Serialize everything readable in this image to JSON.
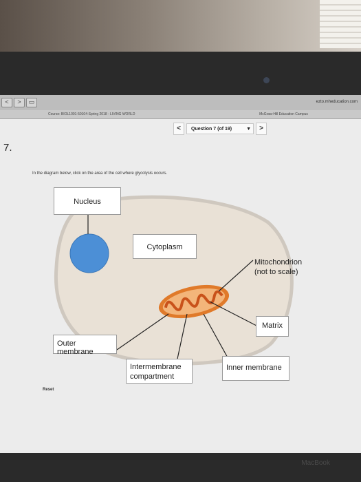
{
  "browser": {
    "nav_back": "<",
    "nav_forward": ">",
    "nav_tabs_icon": "sidebar-icon",
    "address": "ezto.mheducation.com"
  },
  "tabs": {
    "course": "Course: BIOL1001-50104-Spring 2018 - LIVING WORLD",
    "campus": "McGraw-Hill Education Campus"
  },
  "question_nav": {
    "prev": "<",
    "label": "Question 7 (of 19)",
    "caret": "▼",
    "next": ">"
  },
  "question": {
    "number": "7.",
    "instruction": "In the diagram below, click on the area of the cell where glycolysis occurs."
  },
  "labels": {
    "nucleus": "Nucleus",
    "cytoplasm": "Cytoplasm",
    "mitochondrion_line1": "Mitochondrion",
    "mitochondrion_line2": "(not to scale)",
    "matrix": "Matrix",
    "outer_membrane": "Outer membrane",
    "intermembrane_line1": "Intermembrane",
    "intermembrane_line2": "compartment",
    "inner_membrane": "Inner membrane"
  },
  "reset": "Reset",
  "colors": {
    "cell_fill": "#e9e1d6",
    "cell_border": "#cfc8bf",
    "nucleus": "#4c8fd6",
    "mito_outer": "#e07a2a",
    "mito_inner": "#f3b57a",
    "cristae": "#c9521a"
  },
  "laptop_brand": "MacBook"
}
